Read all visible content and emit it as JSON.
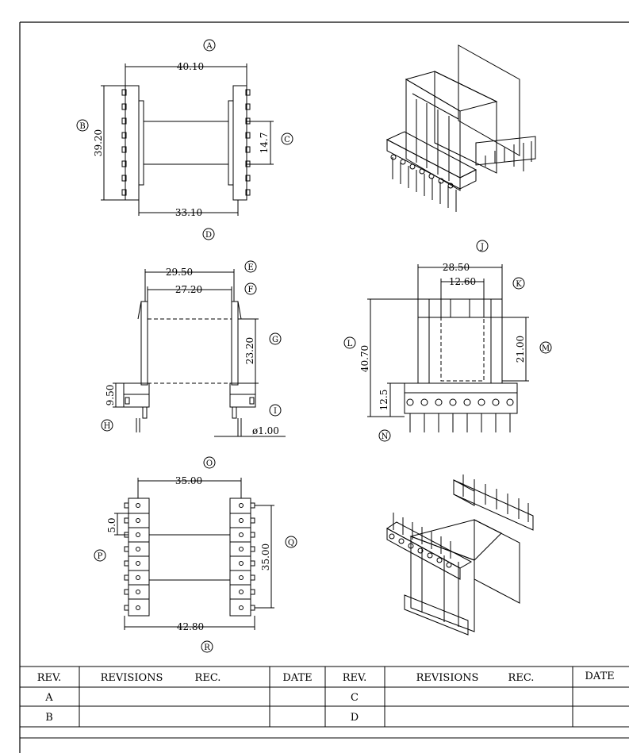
{
  "views": {
    "top": {
      "labels": [
        "A",
        "B",
        "C",
        "D"
      ],
      "dims": {
        "overall_width": "40.10",
        "height": "39.20",
        "inner_gap": "14.7",
        "bottom_width": "33.10"
      }
    },
    "front": {
      "labels": [
        "E",
        "F",
        "G",
        "H",
        "I"
      ],
      "dims": {
        "outer_width": "29.50",
        "inner_width": "27.20",
        "window_height": "23.20",
        "base_height": "9.50",
        "pin_dia": "ø1.00"
      }
    },
    "side": {
      "labels": [
        "J",
        "K",
        "L",
        "M",
        "N"
      ],
      "dims": {
        "outer_width": "28.50",
        "core_width": "12.60",
        "overall_height": "40.70",
        "core_height": "21.00",
        "base_height": "12.5"
      }
    },
    "bottom": {
      "labels": [
        "O",
        "P",
        "Q",
        "R"
      ],
      "dims": {
        "pin_span": "35.00",
        "pitch": "5.0",
        "row_length": "35.00",
        "overall_width": "42.80"
      }
    }
  },
  "revision_table": {
    "headers": [
      "REV.",
      "REVISIONS",
      "REC.",
      "DATE",
      "REV.",
      "REVISIONS",
      "REC.",
      "DATE"
    ],
    "rows": [
      {
        "left_rev": "A",
        "right_rev": "C"
      },
      {
        "left_rev": "B",
        "right_rev": "D"
      }
    ]
  }
}
